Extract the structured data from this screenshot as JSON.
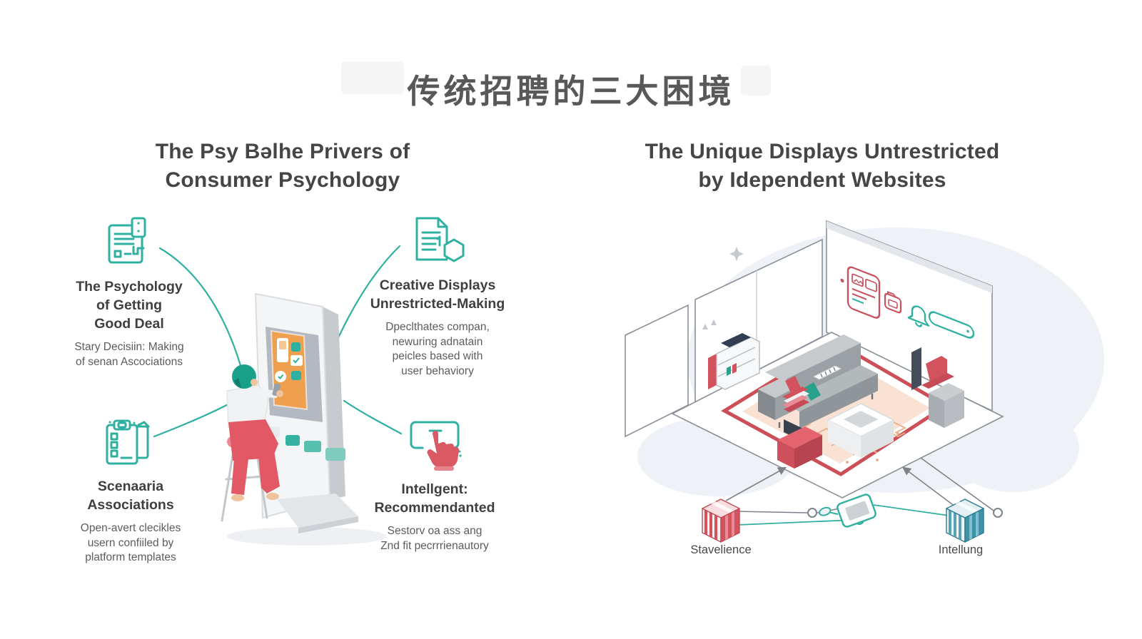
{
  "page": {
    "title": "传统招聘的三大困境"
  },
  "left_panel": {
    "heading": "The Psy Bəlhe Privers of\nConsumer Psychology",
    "items": [
      {
        "icon": "receipt-tag-icon",
        "title": "The Psychology\nof Getting\nGood Deal",
        "subtitle": "Stary Decisiin: Making\nof senan Ascociations"
      },
      {
        "icon": "document-hexagon-icon",
        "title": "Creative Displays\nUnrestricted-Making",
        "subtitle": "Dpeclthates compan,\nnewuring adnatain\npeicles based with\nuser behaviory"
      },
      {
        "icon": "clipboard-checklist-icon",
        "title": "Scenaaria\nAssociations",
        "subtitle": "Open-avert clecikles\nusern confiiled by\nplatform templates"
      },
      {
        "icon": "tap-screen-hand-icon",
        "title": "Intellgent:\nRecommendanted",
        "subtitle": "Sestorv oa ass ang\nZnd fit pecrrrienautory"
      }
    ]
  },
  "right_panel": {
    "heading": "The Unique Displays Untrestricted\nby Idependent Websites",
    "nodes": [
      {
        "icon": "striped-cube-red-icon",
        "label": "Stavelience"
      },
      {
        "icon": "striped-cube-teal-icon",
        "label": "Intellung"
      }
    ]
  },
  "colors": {
    "teal": "#2FB0A0",
    "red": "#D2525E",
    "heading_text": "#454545",
    "subtext": "#5C5C5C",
    "blob": "#EEF1F5",
    "orange_card": "#EFA04F"
  }
}
